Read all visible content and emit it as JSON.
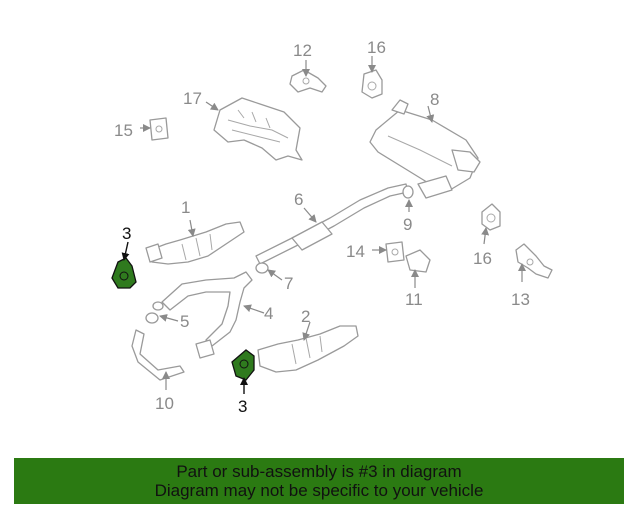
{
  "diagram": {
    "callouts": [
      "1",
      "2",
      "3",
      "3",
      "4",
      "5",
      "6",
      "7",
      "8",
      "9",
      "10",
      "11",
      "12",
      "13",
      "14",
      "15",
      "16",
      "16",
      "17"
    ],
    "highlighted_part": "3",
    "highlight_color": "#2f7a1e"
  },
  "banner": {
    "line1": "Part or sub-assembly is #3 in diagram",
    "line2": "Diagram may not be specific to your vehicle",
    "background": "#2b7a12"
  }
}
